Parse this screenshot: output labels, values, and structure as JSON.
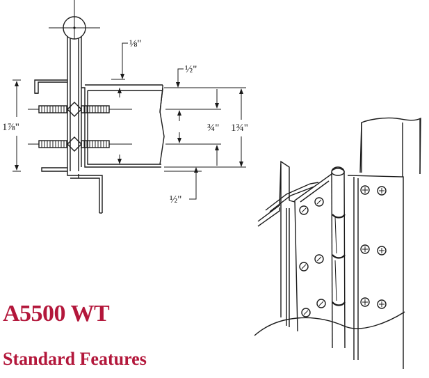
{
  "section_diagram": {
    "dim_top_gap": "⅛\"",
    "dim_top_right": "½\"",
    "dim_left": "1⅞\"",
    "dim_mid": "¾\"",
    "dim_right": "1¾\"",
    "dim_bottom": "½\""
  },
  "product": {
    "model": "A5500 WT",
    "section_heading": "Standard Features"
  },
  "colors": {
    "heading": "#b3173b",
    "line": "#1a1a1a"
  }
}
